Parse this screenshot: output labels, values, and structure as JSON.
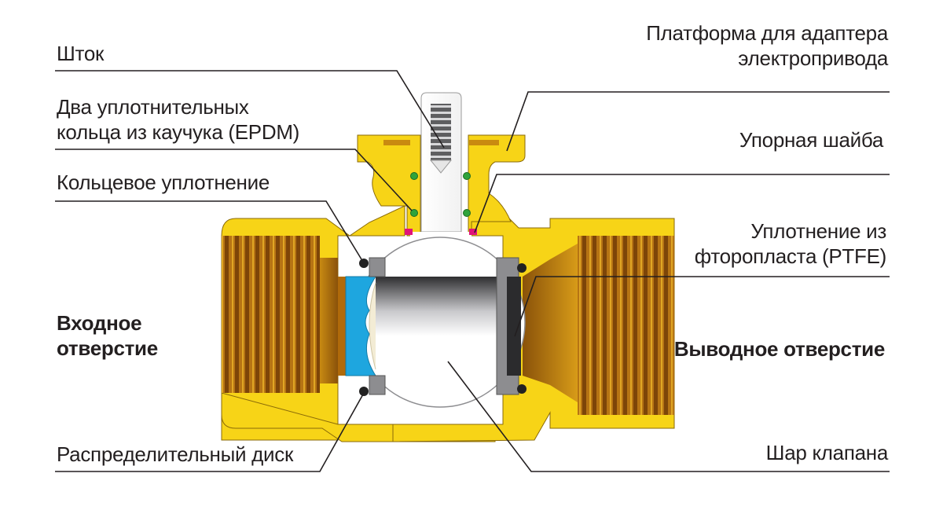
{
  "diagram": {
    "title": "Ball valve cross-section",
    "colors": {
      "brass": "#f7d417",
      "brass_dark": "#b97c10",
      "thread": "#a8620c",
      "ball": "#e8e8ea",
      "ball_bore_dark": "#3a3a3c",
      "seat_ptfe": "#8d8d90",
      "oring_black": "#222222",
      "oring_green": "#2fa33b",
      "pink_seal": "#e0147a",
      "distributor_disc": "#1ea6df",
      "leader_line": "#231f20"
    },
    "labels_left": [
      {
        "id": "stem",
        "lines": [
          "Шток"
        ]
      },
      {
        "id": "two-epdm-rings",
        "lines": [
          "Два уплотнительных",
          "кольца из каучука (EPDM)"
        ]
      },
      {
        "id": "o-ring",
        "lines": [
          "Кольцевое уплотнение"
        ]
      },
      {
        "id": "inlet",
        "lines": [
          "Входное",
          "отверстие"
        ],
        "bold": true
      },
      {
        "id": "distributor-disc",
        "lines": [
          "Распределительный диск"
        ]
      }
    ],
    "labels_right": [
      {
        "id": "actuator-platform",
        "lines": [
          "Платформа для адаптера",
          "электропривода"
        ]
      },
      {
        "id": "thrust-washer",
        "lines": [
          "Упорная шайба"
        ]
      },
      {
        "id": "ptfe-seal",
        "lines": [
          "Уплотнение из",
          "фторопласта (PTFE)"
        ]
      },
      {
        "id": "outlet",
        "lines": [
          "Выводное отверстие"
        ],
        "bold": true
      },
      {
        "id": "valve-ball",
        "lines": [
          "Шар клапана"
        ]
      }
    ]
  }
}
